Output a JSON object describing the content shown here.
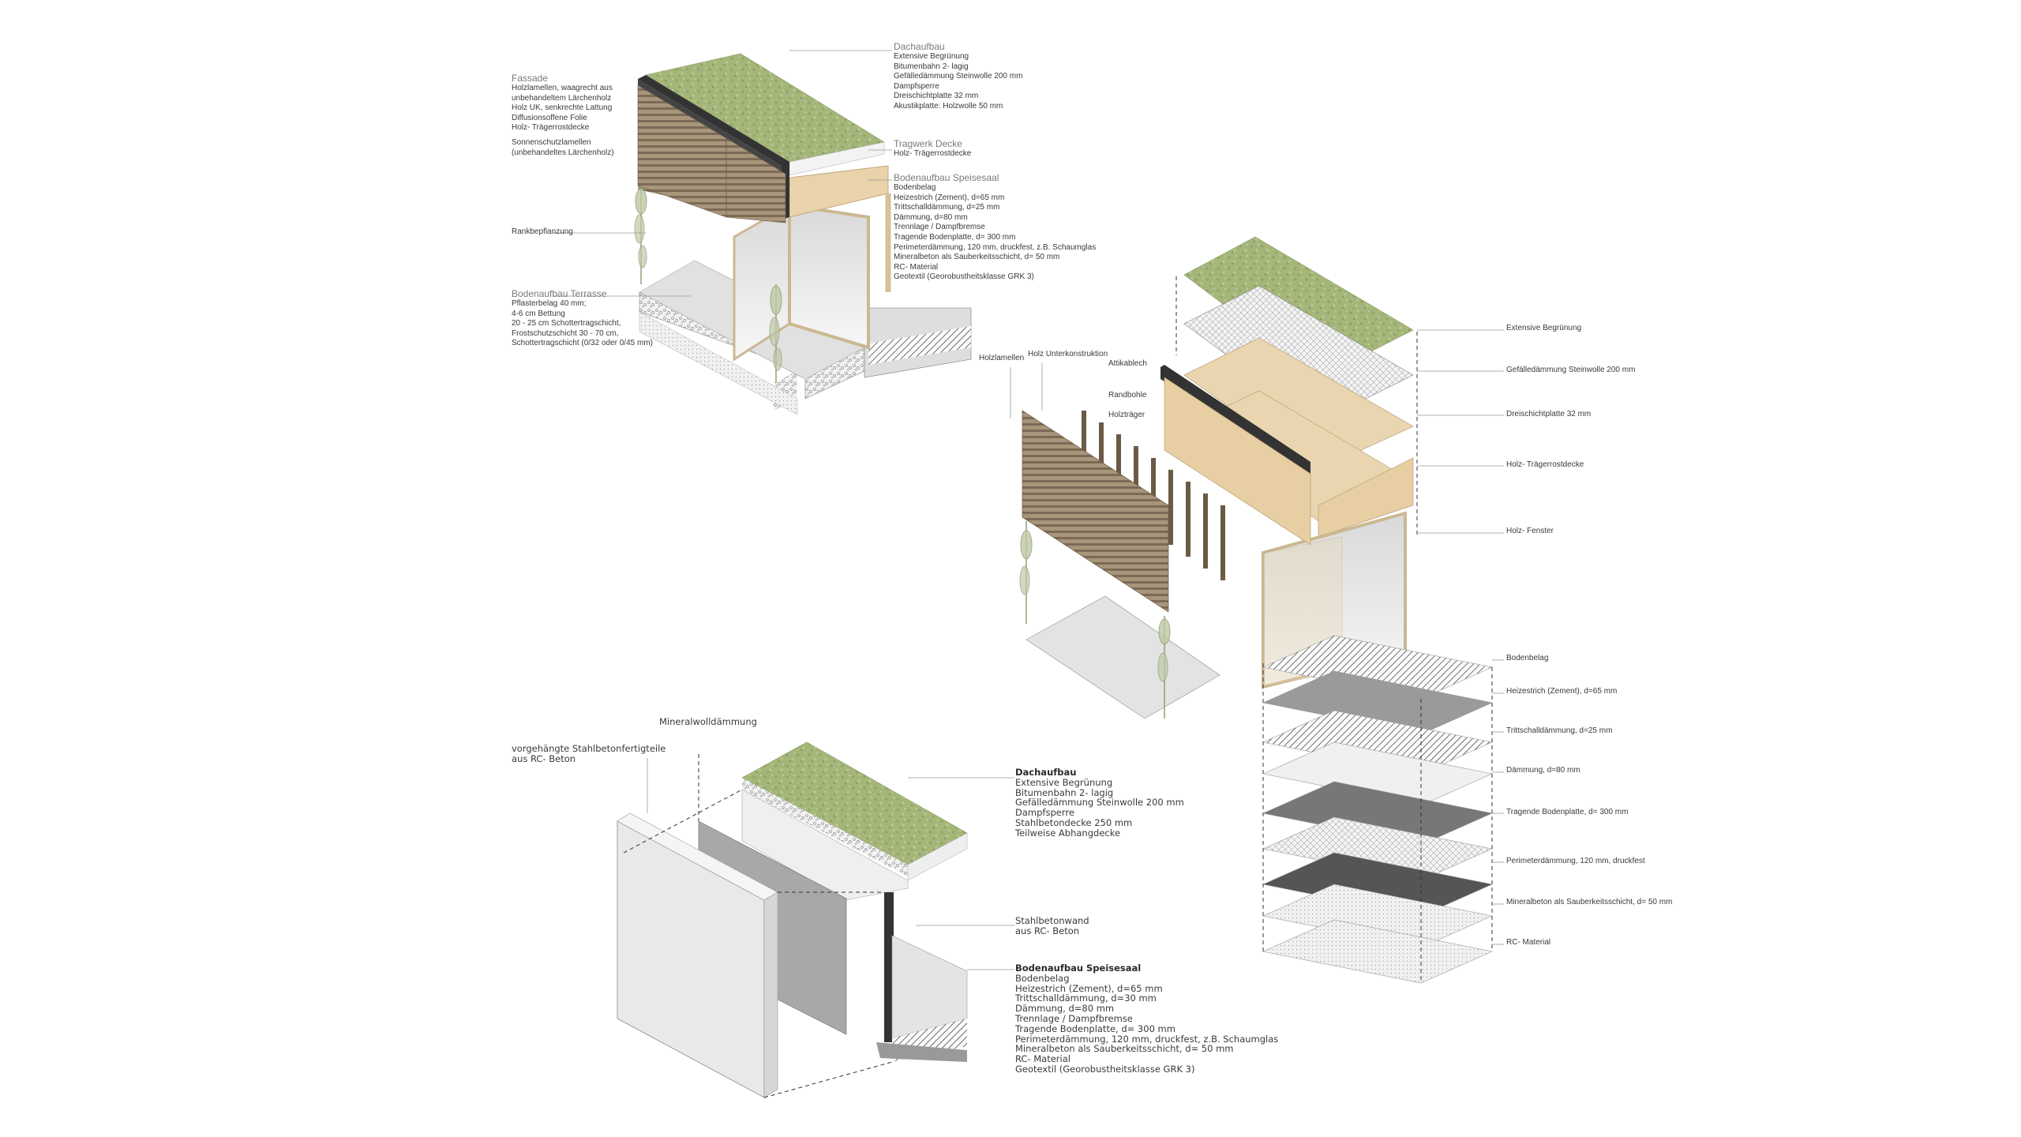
{
  "top_left": {
    "fassade": {
      "title": "Fassade",
      "lines": [
        "Holzlamellen, waagrecht aus",
        "unbehandeltem Lärchenholz",
        "Holz UK, senkrechte Lattung",
        "Diffusionsoffene Folie",
        "Holz- Trägerrostdecke"
      ],
      "extra": [
        "Sonnenschutzlamellen",
        "(unbehandeltes Lärchenholz)"
      ]
    },
    "rankbepflanzung": "Rankbepflanzung",
    "terrasse": {
      "title": "Bodenaufbau Terrasse",
      "lines": [
        "Pflasterbelag 40 mm;",
        "4-6 cm Bettung",
        "20 - 25 cm Schottertragschicht,",
        "Frostschutzschicht 30 - 70 cm,",
        "Schottertragschicht (0/32 oder 0/45 mm)"
      ]
    },
    "dachaufbau": {
      "title": "Dachaufbau",
      "lines": [
        "Extensive Begrünung",
        "Bitumenbahn 2- lagig",
        "Gefälledämmung Steinwolle 200 mm",
        "Dampfsperre",
        "Dreischichtplatte  32 mm",
        "Akustikplatte: Holzwolle 50 mm"
      ]
    },
    "tragwerk": {
      "title": "Tragwerk Decke",
      "lines": [
        "Holz- Trägerrostdecke"
      ]
    },
    "speisesaal": {
      "title": "Bodenaufbau Speisesaal",
      "lines": [
        "Bodenbelag",
        "Heizestrich (Zement), d=65 mm",
        "Trittschalldämmung, d=25 mm",
        "Dämmung, d=80 mm",
        "Trennlage / Dampfbremse",
        "Tragende Bodenplatte, d= 300 mm",
        "Perimeterdämmung, 120 mm, druckfest, z.B. Schaumglas",
        "Mineralbeton als Sauberkeitsschicht, d= 50 mm",
        "RC- Material",
        "Geotextil (Georobustheitsklasse GRK 3)"
      ]
    }
  },
  "exploded": {
    "holzlamellen": "Holzlamellen",
    "unterkonstruktion": "Holz Unterkonstruktion",
    "attikablech": "Attikablech",
    "randbohle": "Randbohle",
    "holztraeger": "Holzträger",
    "right_labels": [
      "Extensive Begrünung",
      "Gefälledämmung Steinwolle 200 mm",
      "Dreischichtplatte  32 mm",
      "Holz- Trägerrostdecke",
      "Holz- Fenster",
      "Bodenbelag",
      "Heizestrich (Zement), d=65 mm",
      "Trittschalldämmung, d=25 mm",
      "Dämmung, d=80 mm",
      "Tragende Bodenplatte, d= 300 mm",
      "Perimeterdämmung, 120 mm, druckfest",
      "Mineralbeton als Sauberkeitsschicht, d= 50 mm",
      "RC- Material"
    ]
  },
  "bottom": {
    "mineralwolle": "Mineralwolldämmung",
    "fertigteile": [
      "vorgehängte Stahlbetonfertigteile",
      "aus RC- Beton"
    ],
    "dachaufbau": {
      "title": "Dachaufbau",
      "lines": [
        "Extensive Begrünung",
        "Bitumenbahn 2- lagig",
        "Gefälledämmung Steinwolle 200 mm",
        "Dampfsperre",
        "Stahlbetondecke 250 mm",
        "Teilweise Abhangdecke"
      ]
    },
    "stahlbetonwand": [
      "Stahlbetonwand",
      "aus RC- Beton"
    ],
    "speisesaal": {
      "title": "Bodenaufbau Speisesaal",
      "lines": [
        "Bodenbelag",
        "Heizestrich (Zement), d=65 mm",
        "Trittschalldämmung, d=30 mm",
        "Dämmung, d=80 mm",
        "Trennlage / Dampfbremse",
        "Tragende Bodenplatte, d= 300 mm",
        "Perimeterdämmung, 120 mm, druckfest, z.B. Schaumglas",
        "Mineralbeton als Sauberkeitsschicht, d= 50 mm",
        "RC- Material",
        "Geotextil (Georobustheitsklasse GRK 3)"
      ]
    }
  },
  "colors": {
    "green": "#9fb276",
    "wood": "#e8d3ab",
    "timber_dark": "#7a6a55",
    "concrete": "#e6e6e6",
    "dark_layer": "#6a6a6a"
  }
}
